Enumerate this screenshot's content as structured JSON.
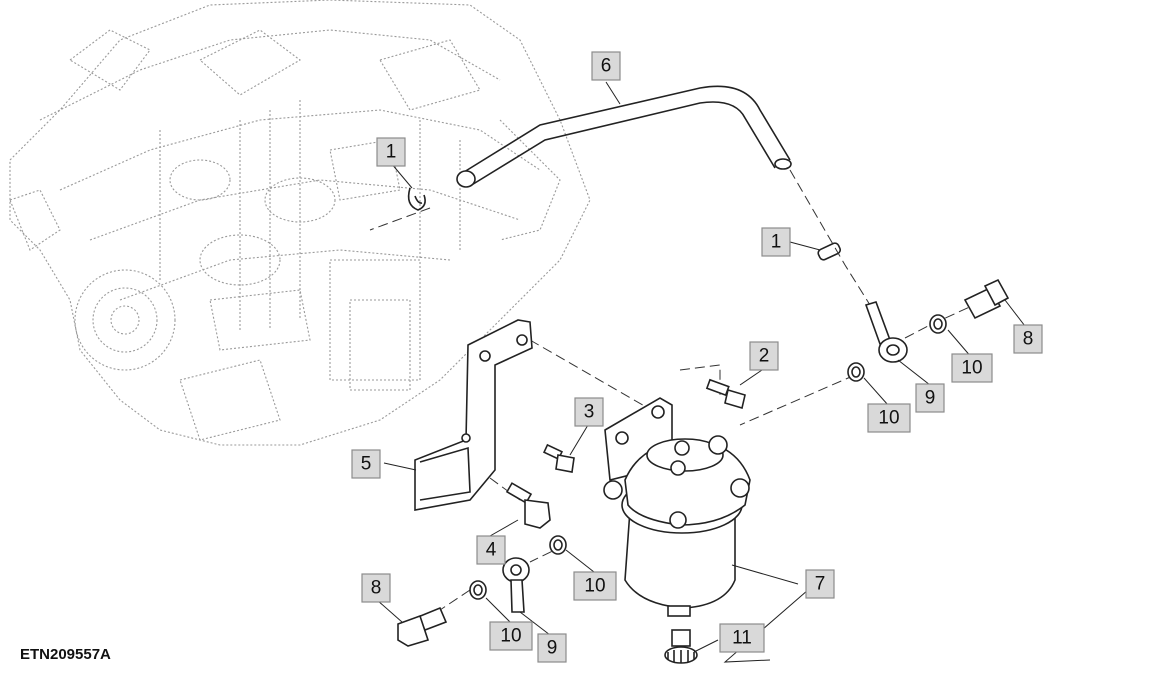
{
  "figure_id": "ETN209557A",
  "callouts": [
    "1",
    "6",
    "1",
    "2",
    "8",
    "10",
    "10",
    "9",
    "3",
    "5",
    "4",
    "10",
    "7",
    "8",
    "10",
    "9",
    "11"
  ]
}
